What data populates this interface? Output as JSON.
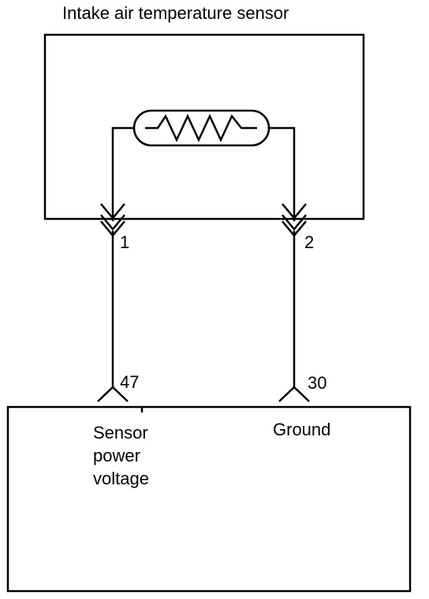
{
  "title": "Intake air temperature sensor",
  "pins": {
    "sensor_pin_1": "1",
    "sensor_pin_2": "2",
    "ecu_pin_47": "47",
    "ecu_pin_30": "30"
  },
  "ecu_labels": {
    "sensor_power_line1": "Sensor",
    "sensor_power_line2": "power",
    "sensor_power_line3": "voltage",
    "ground": "Ground"
  }
}
